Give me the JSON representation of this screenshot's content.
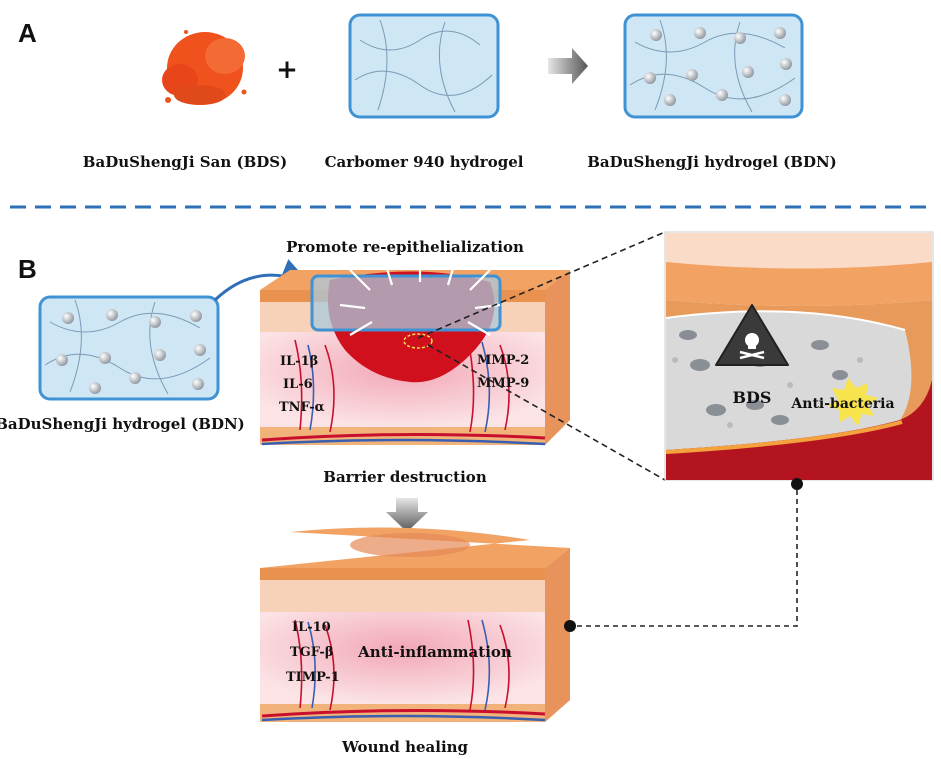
{
  "panels": {
    "a": "A",
    "b": "B"
  },
  "panel_a": {
    "item1": "BaDuShengJi San (BDS)",
    "item2": "Carbomer 940 hydrogel",
    "item3": "BaDuShengJi hydrogel (BDN)",
    "plus": "+"
  },
  "panel_b": {
    "hydrogel_label": "BaDuShengJi hydrogel (BDN)",
    "promote": "Promote re-epithelialization",
    "barrier": "Barrier destruction",
    "wound_healing": "Wound healing",
    "cytokines_left": [
      "IL-1β",
      "IL-6",
      "TNF-α"
    ],
    "cytokines_right": [
      "MMP-2",
      "MMP-9"
    ],
    "healing_markers": [
      "IL-10",
      "TGF-β",
      "TIMP-1"
    ],
    "anti_inflammation": "Anti-inflammation",
    "bds": "BDS",
    "anti_bacteria": "Anti-bacteria"
  },
  "colors": {
    "hydrogel_fill": "#cfe6f5",
    "hydrogel_border": "#3f93d4",
    "divider": "#2e6fb8",
    "wound": "#d0101c",
    "skin_top": "#f2a263",
    "powder": "#f0521e"
  }
}
